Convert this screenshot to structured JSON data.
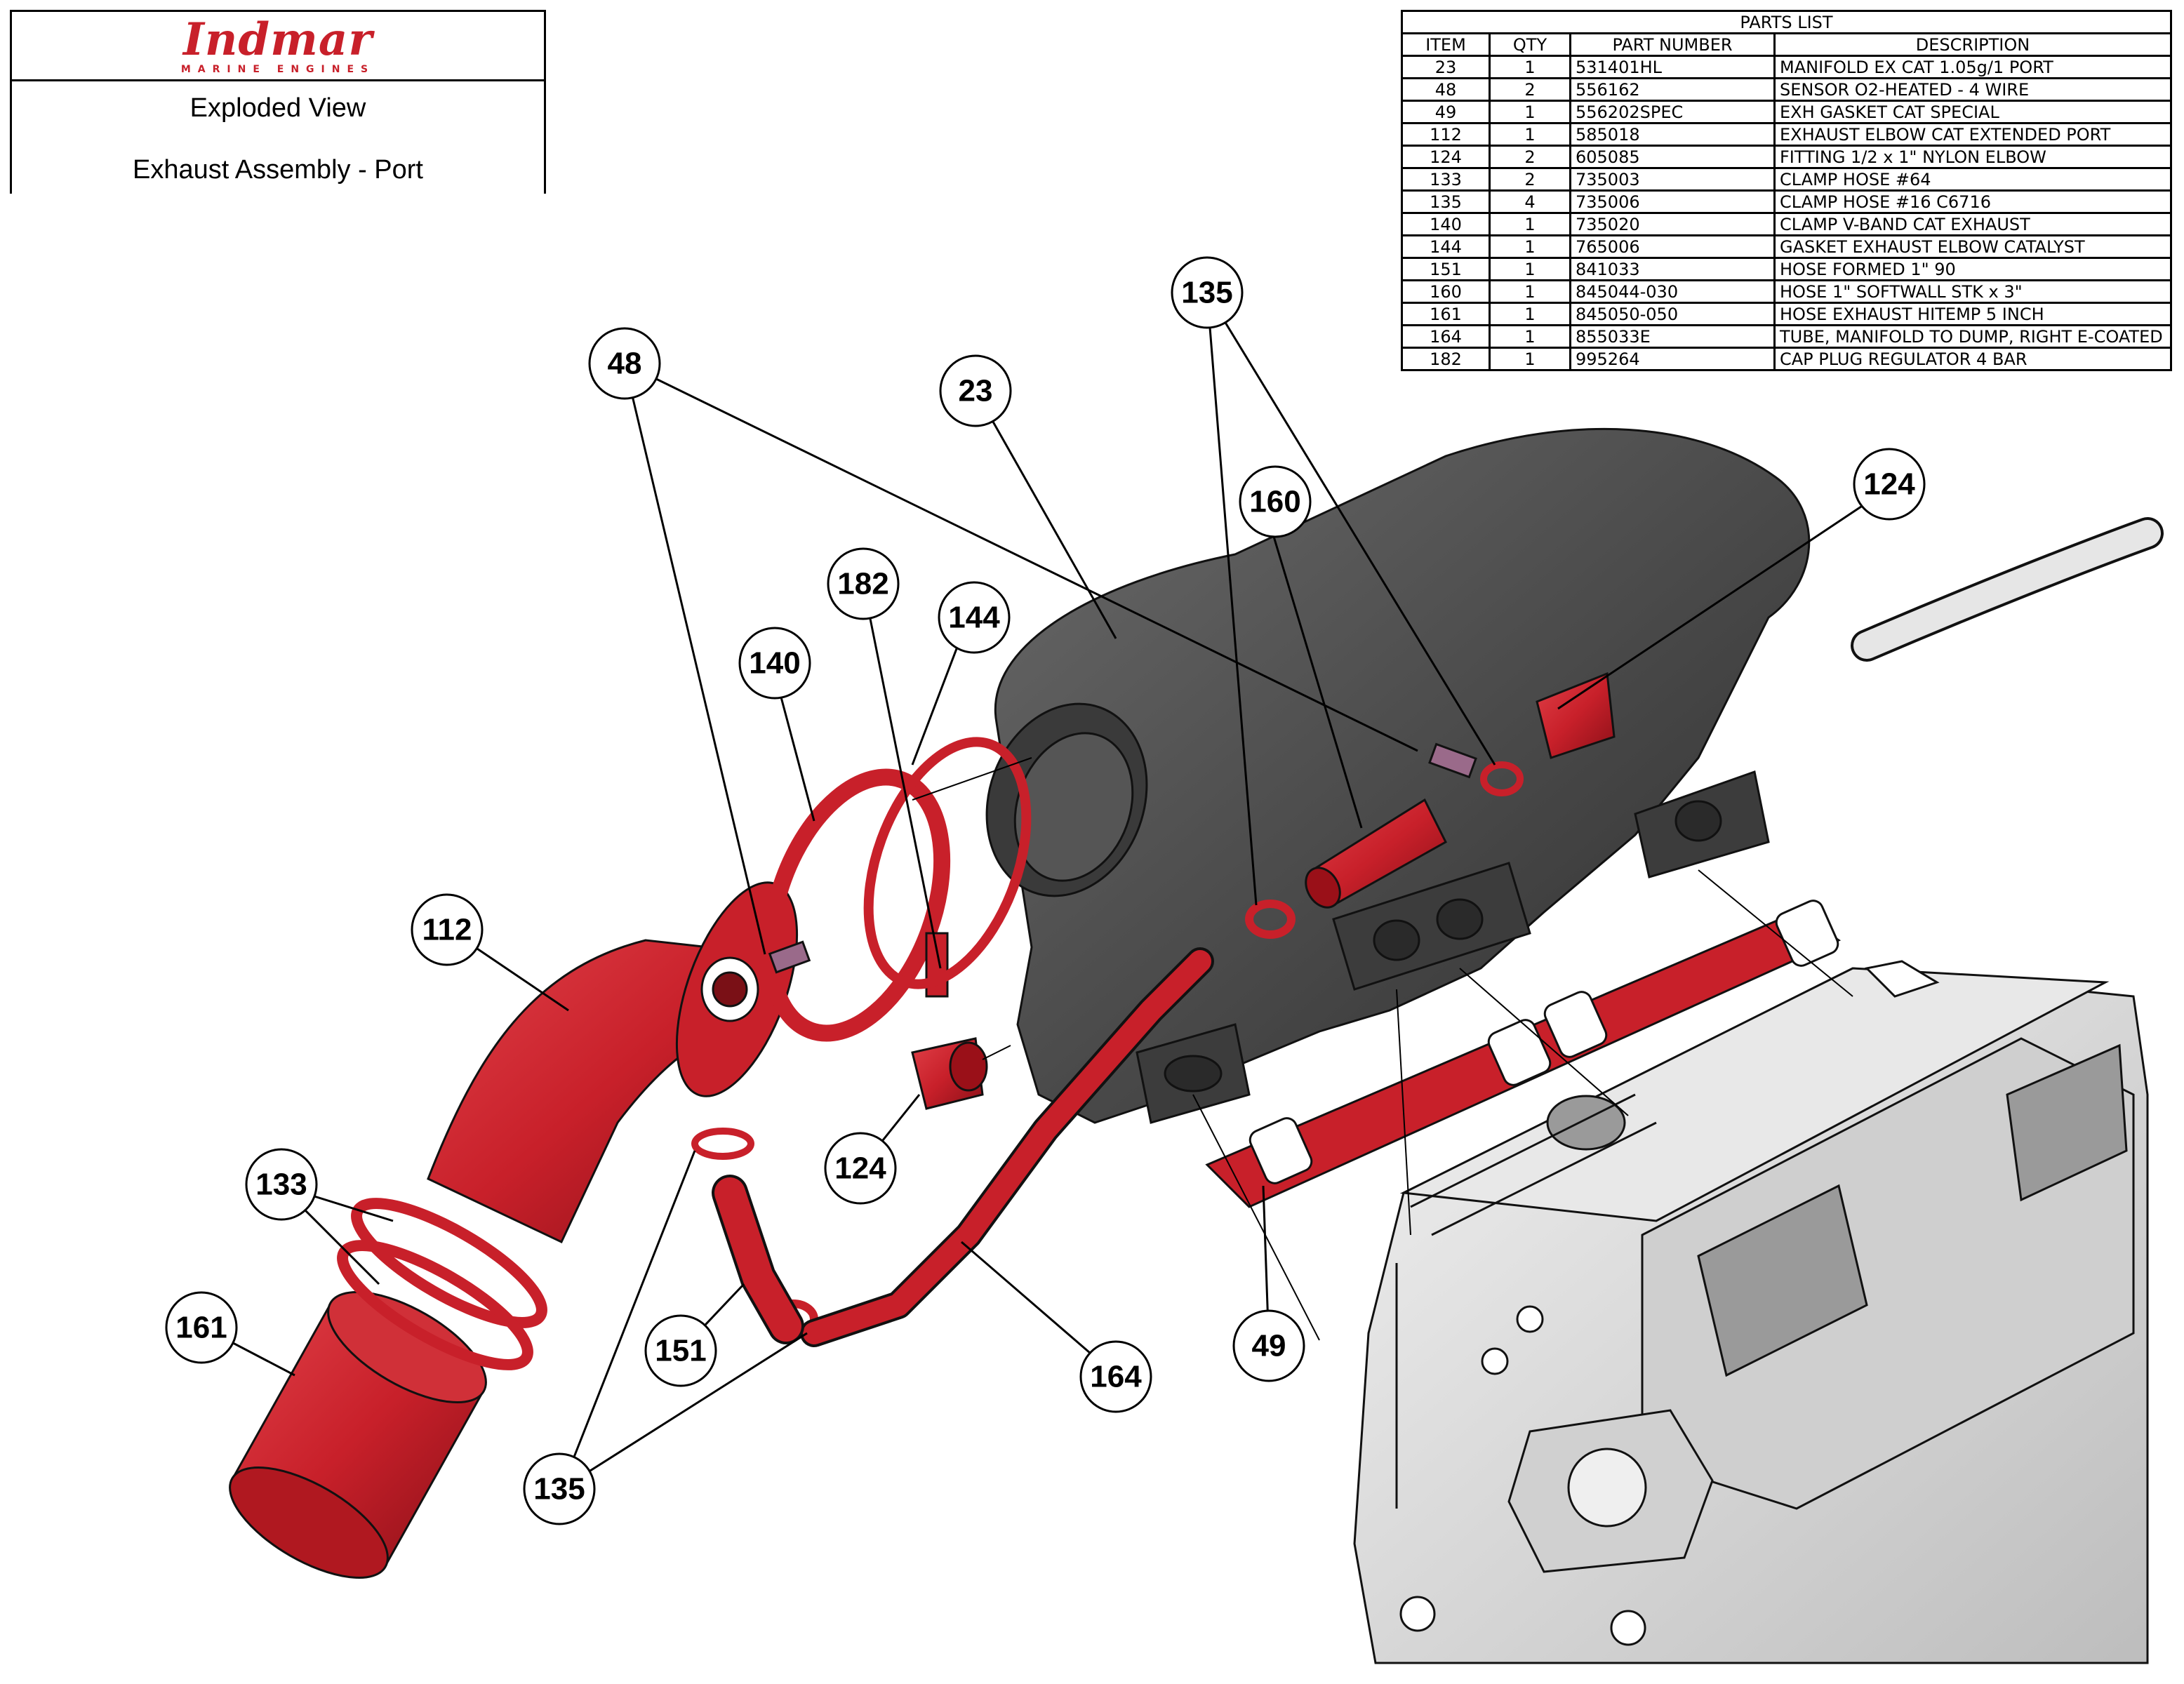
{
  "title_block": {
    "brand": "Indmar",
    "tagline": "MARINE ENGINES",
    "line1": "Exploded View",
    "line2": "Exhaust Assembly - Port"
  },
  "parts_list": {
    "caption": "PARTS LIST",
    "headers": [
      "ITEM",
      "QTY",
      "PART NUMBER",
      "DESCRIPTION"
    ],
    "rows": [
      [
        "23",
        "1",
        "531401HL",
        "MANIFOLD EX CAT 1.05g/1 PORT"
      ],
      [
        "48",
        "2",
        "556162",
        "SENSOR O2-HEATED - 4 WIRE"
      ],
      [
        "49",
        "1",
        "556202SPEC",
        "EXH GASKET CAT SPECIAL"
      ],
      [
        "112",
        "1",
        "585018",
        "EXHAUST ELBOW CAT EXTENDED PORT"
      ],
      [
        "124",
        "2",
        "605085",
        "FITTING 1/2 x 1\" NYLON ELBOW"
      ],
      [
        "133",
        "2",
        "735003",
        "CLAMP HOSE #64"
      ],
      [
        "135",
        "4",
        "735006",
        "CLAMP HOSE #16   C6716"
      ],
      [
        "140",
        "1",
        "735020",
        "CLAMP V-BAND CAT EXHAUST"
      ],
      [
        "144",
        "1",
        "765006",
        "GASKET EXHAUST ELBOW CATALYST"
      ],
      [
        "151",
        "1",
        "841033",
        "HOSE FORMED 1\"  90"
      ],
      [
        "160",
        "1",
        "845044-030",
        "HOSE 1\" SOFTWALL STK x 3\""
      ],
      [
        "161",
        "1",
        "845050-050",
        "HOSE EXHAUST HITEMP 5 INCH"
      ],
      [
        "164",
        "1",
        "855033E",
        "TUBE, MANIFOLD TO DUMP, RIGHT E-COATED"
      ],
      [
        "182",
        "1",
        "995264",
        "CAP PLUG REGULATOR 4 BAR"
      ]
    ]
  },
  "balloons": [
    {
      "id": "b48",
      "label": "48"
    },
    {
      "id": "b23",
      "label": "23"
    },
    {
      "id": "b135a",
      "label": "135"
    },
    {
      "id": "b160",
      "label": "160"
    },
    {
      "id": "b124a",
      "label": "124"
    },
    {
      "id": "b182",
      "label": "182"
    },
    {
      "id": "b144",
      "label": "144"
    },
    {
      "id": "b140",
      "label": "140"
    },
    {
      "id": "b112",
      "label": "112"
    },
    {
      "id": "b133",
      "label": "133"
    },
    {
      "id": "b161",
      "label": "161"
    },
    {
      "id": "b124b",
      "label": "124"
    },
    {
      "id": "b151",
      "label": "151"
    },
    {
      "id": "b164",
      "label": "164"
    },
    {
      "id": "b135b",
      "label": "135"
    },
    {
      "id": "b49",
      "label": "49"
    }
  ],
  "colors": {
    "part_red": "#c8202a",
    "manifold_gray": "#4a4a4a",
    "engine_gray": "#d6d6d6",
    "line": "#000000"
  }
}
